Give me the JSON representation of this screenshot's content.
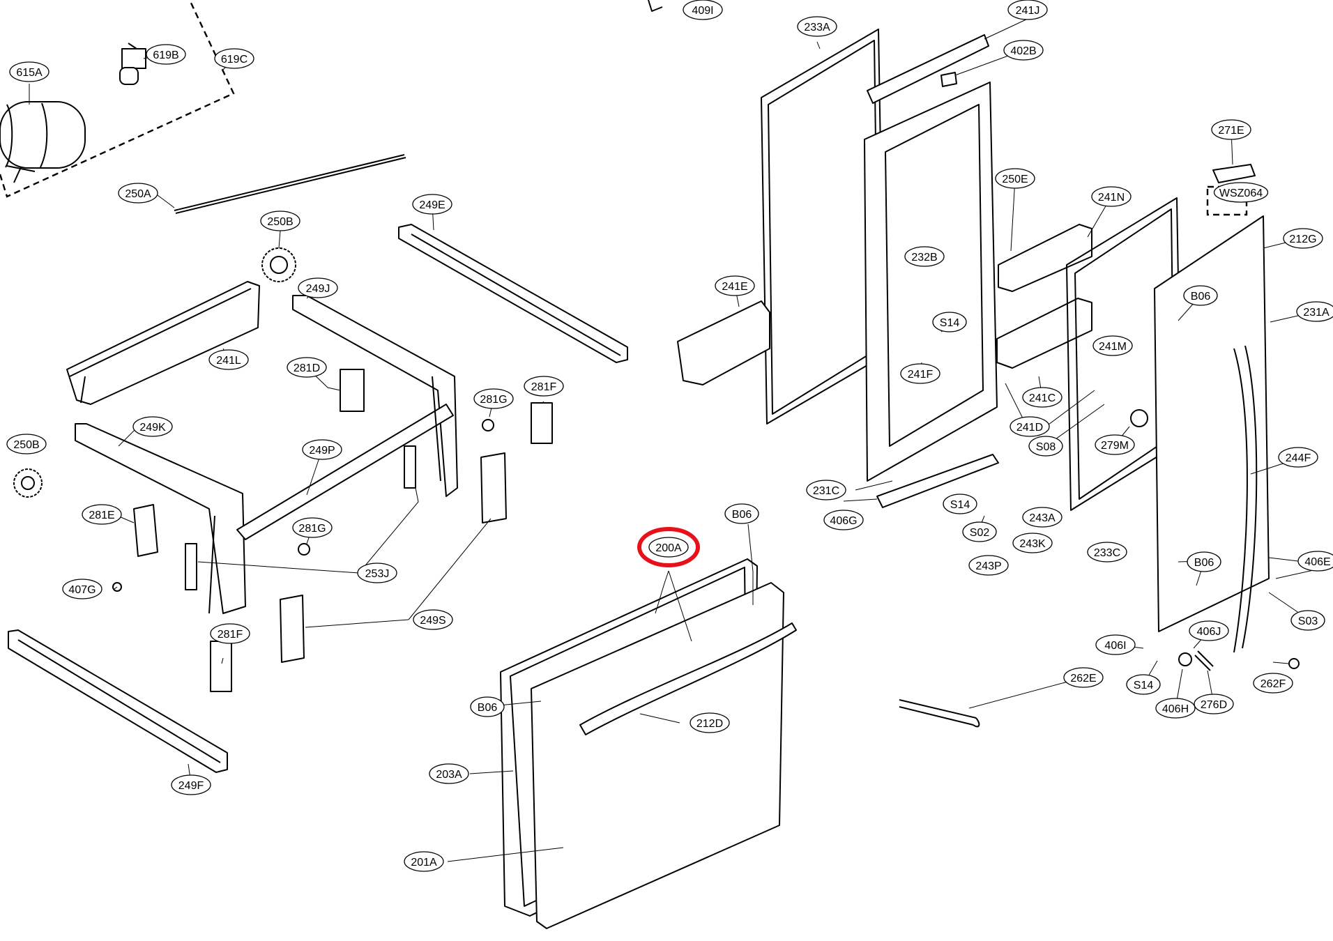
{
  "diagram": {
    "highlighted_part": "200A",
    "highlight_color": "#e8101a",
    "labels": [
      {
        "id": "615A"
      },
      {
        "id": "619B"
      },
      {
        "id": "619C"
      },
      {
        "id": "409I"
      },
      {
        "id": "233A"
      },
      {
        "id": "241J"
      },
      {
        "id": "402B"
      },
      {
        "id": "271E"
      },
      {
        "id": "WSZ064"
      },
      {
        "id": "250E"
      },
      {
        "id": "241N"
      },
      {
        "id": "212G"
      },
      {
        "id": "250A"
      },
      {
        "id": "249E"
      },
      {
        "id": "250B"
      },
      {
        "id": "249J"
      },
      {
        "id": "241E"
      },
      {
        "id": "232B"
      },
      {
        "id": "B06"
      },
      {
        "id": "231A"
      },
      {
        "id": "S14"
      },
      {
        "id": "241M"
      },
      {
        "id": "241L"
      },
      {
        "id": "281D"
      },
      {
        "id": "281F"
      },
      {
        "id": "281G"
      },
      {
        "id": "241F"
      },
      {
        "id": "241C"
      },
      {
        "id": "249K"
      },
      {
        "id": "250B"
      },
      {
        "id": "249P"
      },
      {
        "id": "S08"
      },
      {
        "id": "279M"
      },
      {
        "id": "244F"
      },
      {
        "id": "241D"
      },
      {
        "id": "231C"
      },
      {
        "id": "406G"
      },
      {
        "id": "S14"
      },
      {
        "id": "243A"
      },
      {
        "id": "281E"
      },
      {
        "id": "B06"
      },
      {
        "id": "200A"
      },
      {
        "id": "S02"
      },
      {
        "id": "243K"
      },
      {
        "id": "233C"
      },
      {
        "id": "281G"
      },
      {
        "id": "253J"
      },
      {
        "id": "243P"
      },
      {
        "id": "B06"
      },
      {
        "id": "406E"
      },
      {
        "id": "407G"
      },
      {
        "id": "249S"
      },
      {
        "id": "S03"
      },
      {
        "id": "406I"
      },
      {
        "id": "406J"
      },
      {
        "id": "281F"
      },
      {
        "id": "S14"
      },
      {
        "id": "262E"
      },
      {
        "id": "262F"
      },
      {
        "id": "406H"
      },
      {
        "id": "276D"
      },
      {
        "id": "B06"
      },
      {
        "id": "212D"
      },
      {
        "id": "203A"
      },
      {
        "id": "249F"
      },
      {
        "id": "201A"
      }
    ]
  }
}
